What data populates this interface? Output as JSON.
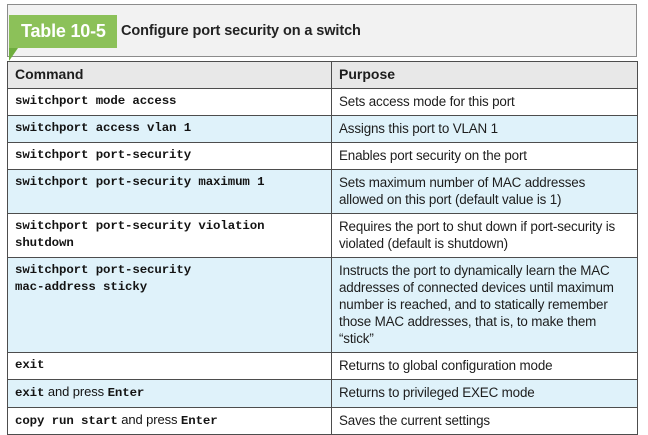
{
  "band": {
    "badge_label": "Table 10-5",
    "title": "Configure port security on a switch",
    "badge_color": "#8cc159",
    "band_bg": "#f2f2f2"
  },
  "table": {
    "columns": [
      "Command",
      "Purpose"
    ],
    "header_bg": "#e8e8e8",
    "shaded_row_bg": "#dff2fa",
    "border_color": "#4d4d4d",
    "rows": [
      {
        "command": "switchport mode access",
        "purpose": "Sets access mode for this port",
        "shaded": false
      },
      {
        "command": "switchport access vlan 1",
        "purpose": "Assigns this port to VLAN 1",
        "shaded": true
      },
      {
        "command": "switchport port-security",
        "purpose": "Enables port security on the port",
        "shaded": false
      },
      {
        "command": "switchport port-security maximum 1",
        "purpose": "Sets maximum number of MAC addresses allowed on this port (default value is 1)",
        "shaded": true
      },
      {
        "command": "switchport port-security violation\nshutdown",
        "purpose": "Requires the port to shut down if port-security is violated (default is shutdown)",
        "shaded": false
      },
      {
        "command": "switchport port-security\nmac-address sticky",
        "purpose": "Instructs the port to dynamically learn the MAC addresses of connected devices until maximum number is reached, and to statically remember those MAC addresses, that is, to make them “stick”",
        "shaded": true
      },
      {
        "command": "exit",
        "purpose": "Returns to global configuration mode",
        "shaded": false
      },
      {
        "command_parts": [
          {
            "text": "exit",
            "mono": true
          },
          {
            "text": " and press ",
            "mono": false
          },
          {
            "text": "Enter",
            "mono": true
          }
        ],
        "command": "exit and press Enter",
        "purpose": "Returns to privileged EXEC mode",
        "shaded": true
      },
      {
        "command_parts": [
          {
            "text": "copy run start",
            "mono": true
          },
          {
            "text": " and press ",
            "mono": false
          },
          {
            "text": "Enter",
            "mono": true
          }
        ],
        "command": "copy run start and press Enter",
        "purpose": "Saves the current settings",
        "shaded": false
      }
    ]
  }
}
